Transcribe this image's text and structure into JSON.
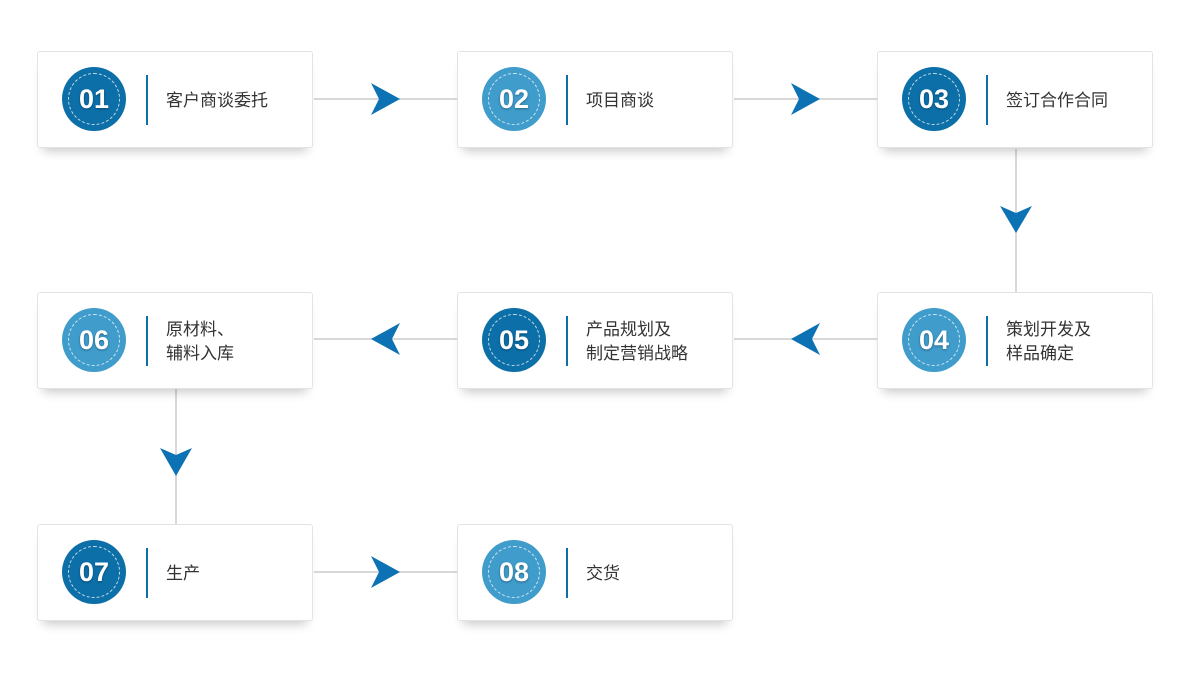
{
  "steps": [
    {
      "number": "01",
      "lines": [
        "客户商谈委托"
      ]
    },
    {
      "number": "02",
      "lines": [
        "项目商谈"
      ]
    },
    {
      "number": "03",
      "lines": [
        "签订合作合同"
      ]
    },
    {
      "number": "04",
      "lines": [
        "策划开发及",
        "样品确定"
      ]
    },
    {
      "number": "05",
      "lines": [
        "产品规划及",
        "制定营销战略"
      ]
    },
    {
      "number": "06",
      "lines": [
        "原材料、",
        "辅料入库"
      ]
    },
    {
      "number": "07",
      "lines": [
        "生产"
      ]
    },
    {
      "number": "08",
      "lines": [
        "交货"
      ]
    }
  ],
  "colors": {
    "badge_dark": "#0c6fa8",
    "badge_light": "#3f9ccb",
    "arrow": "#0c72b3",
    "connector": "#cccccc"
  }
}
